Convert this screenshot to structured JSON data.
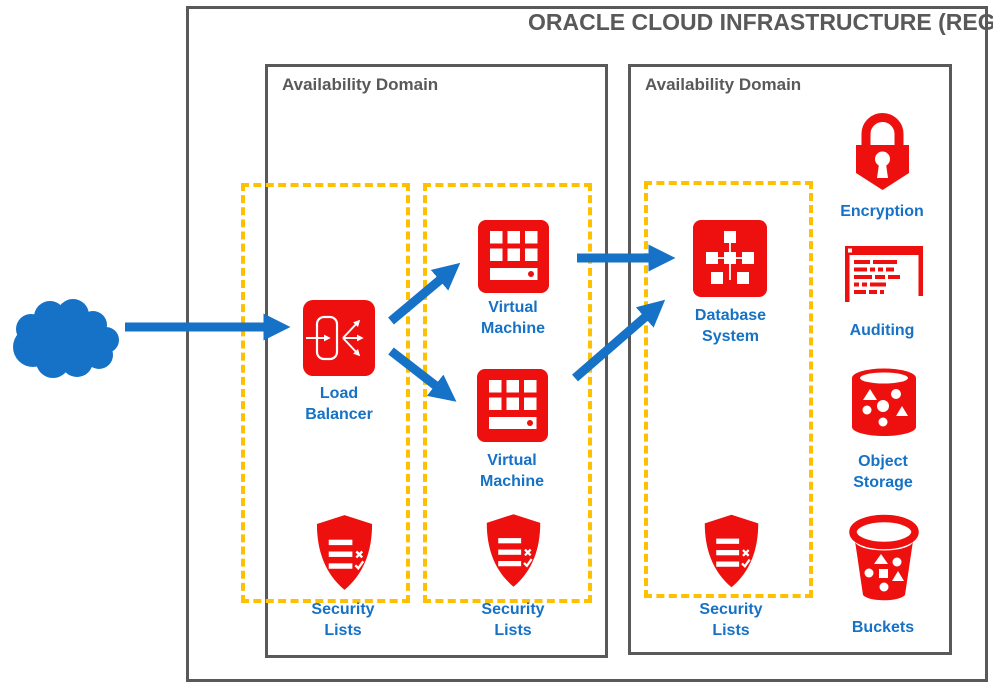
{
  "title": "ORACLE CLOUD INFRASTRUCTURE (REGION)",
  "availability_domains": [
    {
      "label": "Availability Domain"
    },
    {
      "label": "Availability Domain"
    }
  ],
  "nodes": {
    "internet_cloud": {
      "icon": "cloud-icon",
      "label": ""
    },
    "load_balancer": {
      "label": "Load Balancer"
    },
    "virtual_machine_1": {
      "label": "Virtual Machine"
    },
    "virtual_machine_2": {
      "label": "Virtual Machine"
    },
    "database_system": {
      "label": "Database System"
    },
    "security_lists_1": {
      "label": "Security Lists"
    },
    "security_lists_2": {
      "label": "Security Lists"
    },
    "security_lists_3": {
      "label": "Security Lists"
    },
    "encryption": {
      "label": "Encryption"
    },
    "auditing": {
      "label": "Auditing"
    },
    "object_storage": {
      "label": "Object Storage"
    },
    "buckets": {
      "label": "Buckets"
    }
  },
  "colors": {
    "red": "#EE0F0F",
    "blue": "#1572C6",
    "gray": "#595959",
    "yellow": "#FFC000"
  }
}
